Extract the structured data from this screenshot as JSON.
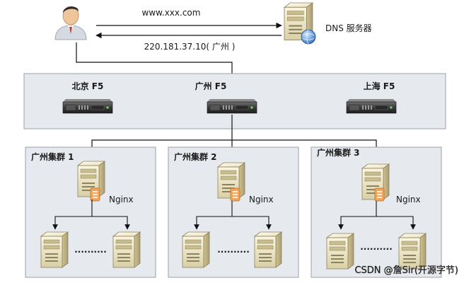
{
  "dns": {
    "query_label": "www.xxx.com",
    "response_label": "220.181.37.10( 广州 )",
    "server_label": "DNS 服务器"
  },
  "f5": {
    "items": [
      {
        "label": "北京 F5"
      },
      {
        "label": "广州 F5"
      },
      {
        "label": "上海 F5"
      }
    ]
  },
  "clusters": [
    {
      "label": "广州集群 1",
      "nginx_label": "Nginx",
      "dots": "··········"
    },
    {
      "label": "广州集群 2",
      "nginx_label": "Nginx",
      "dots": "··········"
    },
    {
      "label": "广州集群 3",
      "nginx_label": "Nginx",
      "dots": "··········"
    }
  ],
  "watermark": "CSDN @詹Sir(开源字节)",
  "colors": {
    "panel_bg": "#e6e9ee",
    "panel_border": "#9aa1ab",
    "line": "#111111",
    "nginx_badge": "#f2a55a"
  }
}
